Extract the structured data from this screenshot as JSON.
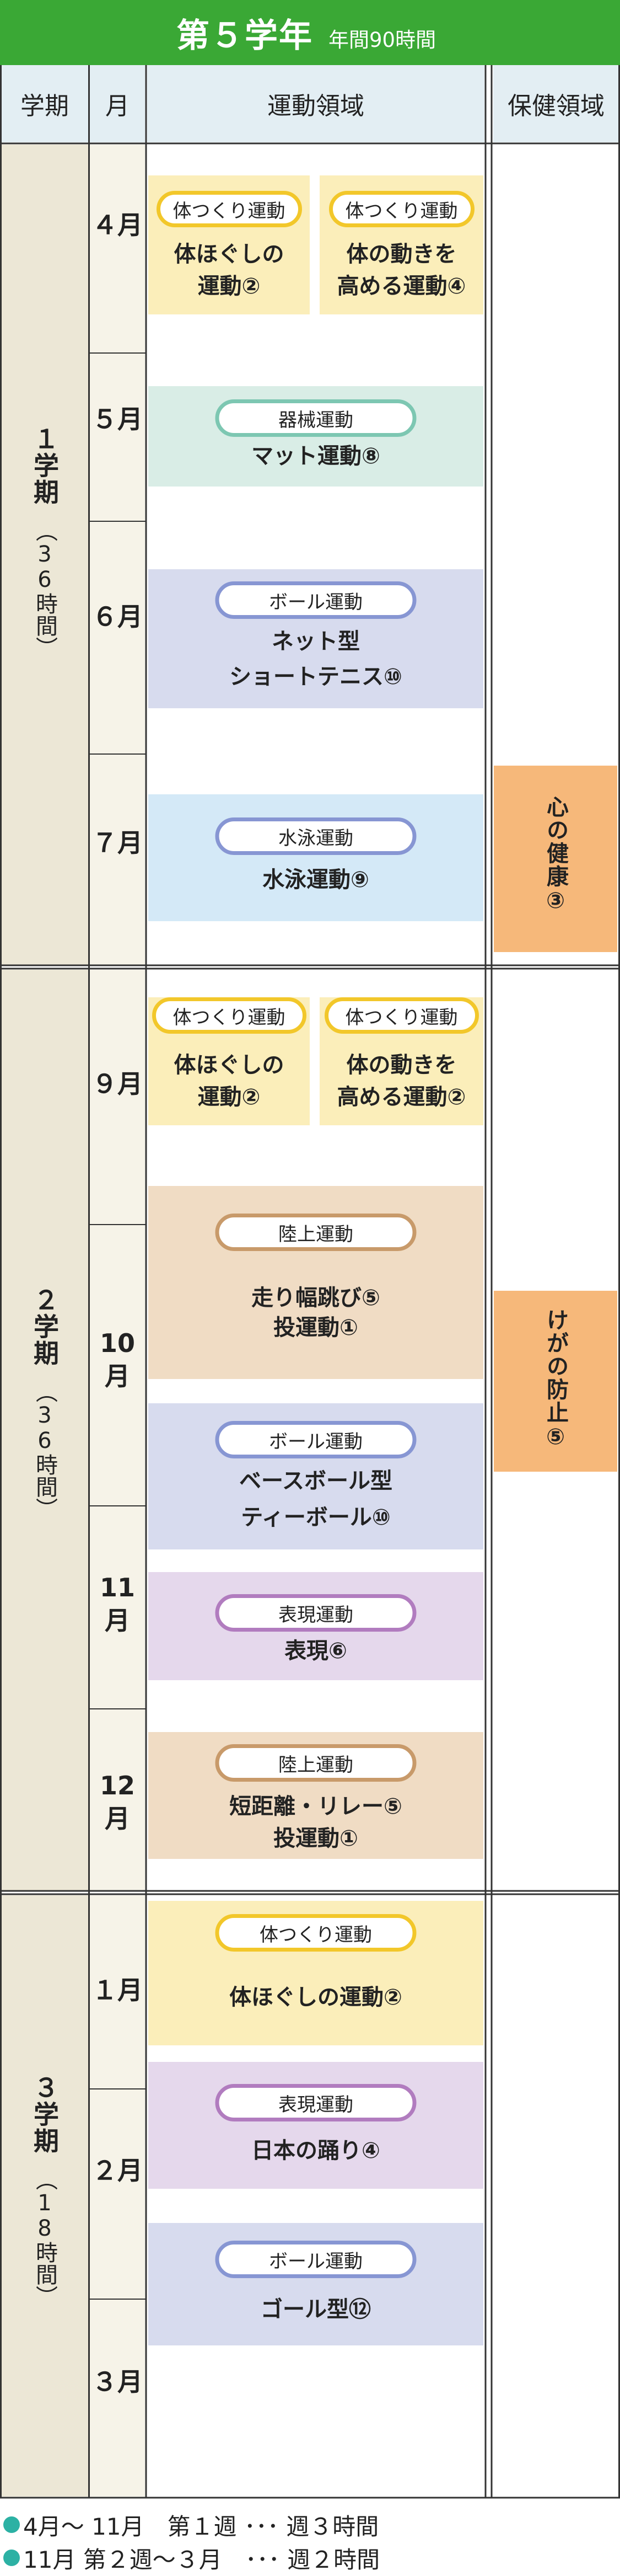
{
  "title": {
    "main": "第５学年",
    "hours": "年間90時間"
  },
  "headers": {
    "term": "学期",
    "month": "月",
    "exercise": "運動領域",
    "health": "保健領域"
  },
  "terms": [
    {
      "label": "１学期",
      "hours": "（36時間）"
    },
    {
      "label": "２学期",
      "hours": "（36時間）"
    },
    {
      "label": "３学期",
      "hours": "（18時間）"
    }
  ],
  "months": [
    "４月",
    "５月",
    "６月",
    "７月",
    "９月",
    "10月",
    "11月",
    "12月",
    "１月",
    "２月",
    "３月"
  ],
  "cards": [
    {
      "category": "体つくり運動",
      "text": [
        "体ほぐしの",
        "運動②"
      ],
      "color": "yellow"
    },
    {
      "category": "体つくり運動",
      "text": [
        "体の動きを",
        "高める運動④"
      ],
      "color": "yellow"
    },
    {
      "category": "器械運動",
      "text": [
        "マット運動⑧"
      ],
      "color": "green"
    },
    {
      "category": "ボール運動",
      "text": [
        "ネット型",
        "ショートテニス⑩"
      ],
      "color": "blue"
    },
    {
      "category": "水泳運動",
      "text": [
        "水泳運動⑨"
      ],
      "color": "lblue"
    },
    {
      "category": "体つくり運動",
      "text": [
        "体ほぐしの",
        "運動②"
      ],
      "color": "yellow"
    },
    {
      "category": "体つくり運動",
      "text": [
        "体の動きを",
        "高める運動②"
      ],
      "color": "yellow"
    },
    {
      "category": "陸上運動",
      "text": [
        "走り幅跳び⑤",
        "投運動①"
      ],
      "color": "tan"
    },
    {
      "category": "ボール運動",
      "text": [
        "ベースボール型",
        "ティーボール⑩"
      ],
      "color": "blue"
    },
    {
      "category": "表現運動",
      "text": [
        "表現⑥"
      ],
      "color": "purple"
    },
    {
      "category": "陸上運動",
      "text": [
        "短距離・リレー⑤",
        "投運動①"
      ],
      "color": "tan"
    },
    {
      "category": "体つくり運動",
      "text": [
        "体ほぐしの運動②"
      ],
      "color": "yellow"
    },
    {
      "category": "表現運動",
      "text": [
        "日本の踊り④"
      ],
      "color": "purple"
    },
    {
      "category": "ボール運動",
      "text": [
        "ゴール型⑫"
      ],
      "color": "blue"
    }
  ],
  "health": [
    {
      "text": "心の健康③"
    },
    {
      "text": "けがの防止⑤"
    }
  ],
  "legend": [
    "4月〜 11月　第１週 ･･･ 週３時間",
    "11月 第２週〜３月　･･･ 週２時間"
  ],
  "colors": {
    "title_bg": "#3aa835",
    "header_bg": "#e3eef3",
    "grid": "#333333",
    "yellow": "#fbeeba",
    "green": "#d9ede6",
    "blue": "#d7dbee",
    "lblue": "#d4e9f7",
    "tan": "#f0dcc4",
    "purple": "#e5d8ec",
    "health": "#f6b87a",
    "legend_dot": "#2cb1a4"
  }
}
